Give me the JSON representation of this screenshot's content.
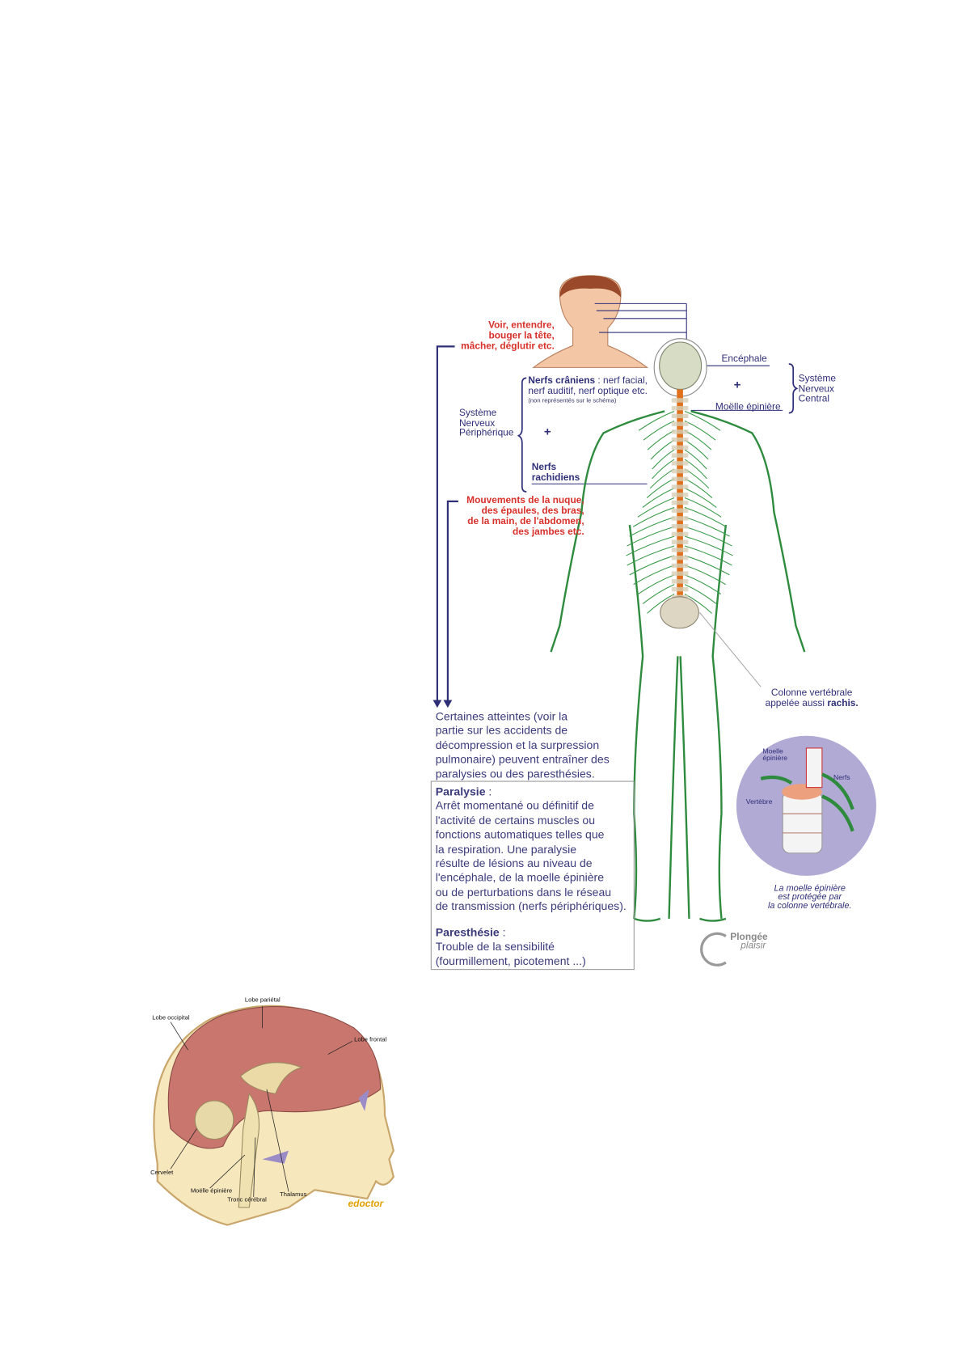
{
  "nervous_system_diagram": {
    "actions_head": [
      "Voir, entendre,",
      "bouger la tête,",
      "mâcher, déglutir etc."
    ],
    "encephale": "Encéphale",
    "plus": "+",
    "moelle": "Moëlle épinière",
    "snc": [
      "Système",
      "Nerveux",
      "Central"
    ],
    "nerfs_craniens_title": "Nerfs crâniens",
    "nerfs_craniens_text1": " : nerf facial,",
    "nerfs_craniens_text2": "nerf auditif, nerf optique etc.",
    "nerfs_craniens_note": "(non représentés sur le schéma)",
    "snp": [
      "Système",
      "Nerveux",
      "Périphérique"
    ],
    "nerfs_rachidiens": [
      "Nerfs",
      "rachidiens"
    ],
    "actions_body": [
      "Mouvements de la nuque,",
      "des épaules, des bras,",
      "de la main, de l'abdomen,",
      "des jambes etc."
    ],
    "colonne_line1": "Colonne vertébrale",
    "colonne_line2": "appelée aussi ",
    "colonne_bold": "rachis.",
    "intro": [
      "Certaines atteintes (voir la",
      "partie sur les accidents de",
      "décompression et la surpression",
      "pulmonaire) peuvent entraîner des",
      "paralysies ou des paresthésies."
    ],
    "paralysie_title": "Paralysie",
    "colon": " :",
    "paralysie_text": [
      "Arrêt momentané ou définitif de",
      "l'activité de certains muscles ou",
      "fonctions automatiques telles que",
      "la respiration. Une paralysie",
      "résulte de lésions au niveau de",
      "l'encéphale, de la moelle épinière",
      "ou de perturbations dans le réseau",
      "de transmission (nerfs périphériques)."
    ],
    "paresthesie_title": "Paresthésie",
    "paresthesie_text": [
      "Trouble de la sensibilité",
      "(fourmillement, picotement ...)"
    ],
    "inset": {
      "moelle": [
        "Moelle",
        "épinière"
      ],
      "nerfs": "Nerfs",
      "vertebre": "Vertèbre"
    },
    "caption": [
      "La moelle épinière",
      "est protégée par",
      "la colonne vertébrale."
    ],
    "logo": [
      "Plongée",
      "plaisir"
    ]
  },
  "brain_diagram": {
    "labels": {
      "parietal": "Lobe pariétal",
      "occipital": "Lobe occipital",
      "frontal": "Lobe frontal",
      "cervelet": "Cervelet",
      "moelle": "Moëlle épinière",
      "tronc": "Tronc cérébral",
      "thalamus": "Thalamus"
    },
    "logo": "edoctor"
  },
  "colors": {
    "red": "#d8302a",
    "navy": "#2f2f78",
    "nerve": "#2e8b3e",
    "spine": "#e0701c"
  }
}
